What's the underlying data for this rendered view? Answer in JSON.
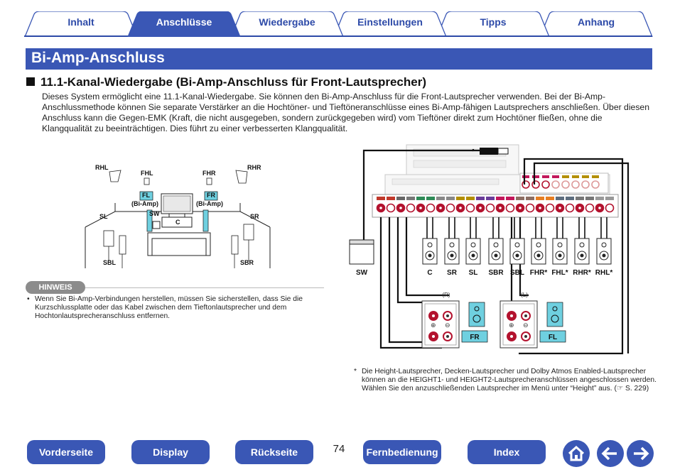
{
  "tabs": [
    {
      "label": "Inhalt",
      "active": false
    },
    {
      "label": "Anschlüsse",
      "active": true
    },
    {
      "label": "Wiedergabe",
      "active": false
    },
    {
      "label": "Einstellungen",
      "active": false
    },
    {
      "label": "Tipps",
      "active": false
    },
    {
      "label": "Anhang",
      "active": false
    }
  ],
  "heading": "Bi-Amp-Anschluss",
  "subheading": "11.1-Kanal-Wiedergabe (Bi-Amp-Anschluss für Front-Lautsprecher)",
  "intro": "Dieses System ermöglicht eine 11.1-Kanal-Wiedergabe. Sie können den Bi-Amp-Anschluss für die Front-Lautsprecher verwenden. Bei der Bi-Amp-Anschlussmethode können Sie separate Verstärker an die Hochtöner- und Tieftöneranschlüsse eines Bi-Amp-fähigen Lautsprechers anschließen. Über diesen Anschluss kann die Gegen-EMK (Kraft, die nicht ausgegeben, sondern zurückgegeben wird) vom Tieftöner direkt zum Hochtöner fließen, ohne die Klangqualität zu beeinträchtigen. Dies führt zu einer verbesserten Klangqualität.",
  "layout_diagram": {
    "rhl": "RHL",
    "rhr": "RHR",
    "fhl": "FHL",
    "fhr": "FHR",
    "fl": "FL",
    "fr": "FR",
    "biamp_l": "(Bi-Amp)",
    "biamp_r": "(Bi-Amp)",
    "sw": "SW",
    "c": "C",
    "sl": "SL",
    "sr": "SR",
    "sbl": "SBL",
    "sbr": "SBR"
  },
  "note": {
    "title": "HINWEIS",
    "bullet": "•",
    "text": "Wenn Sie Bi-Amp-Verbindungen herstellen, müssen Sie sicherstellen, dass Sie die Kurzschlussplatte oder das Kabel zwischen dem Tieftonlautsprecher und dem Hochtonlautsprecheranschluss entfernen."
  },
  "wiring": {
    "sw": "SW",
    "speakers": [
      "C",
      "SR",
      "SL",
      "SBR",
      "SBL",
      "FHR*",
      "FHL*",
      "RHR*",
      "RHL*"
    ],
    "r": "(R)",
    "l": "(L)",
    "fr": "FR",
    "fl": "FL"
  },
  "footnote": {
    "mark": "*",
    "text": "Die Height-Lautsprecher, Decken-Lautsprecher und Dolby Atmos Enabled-Lautsprecher können an die HEIGHT1- und HEIGHT2-Lautsprecheranschlüssen angeschlossen werden. Wählen Sie den anzuschließenden Lautsprecher im Menü unter “Height” aus.  (☞ S. 229)"
  },
  "page_number": "74",
  "bottom_nav": {
    "front": "Vorderseite",
    "display": "Display",
    "back": "Rückseite",
    "remote": "Fernbedienung",
    "index": "Index"
  },
  "colors": {
    "accent": "#3a57b5",
    "cyan": "#6fd0e0",
    "terminal_red": "#b3122e"
  }
}
